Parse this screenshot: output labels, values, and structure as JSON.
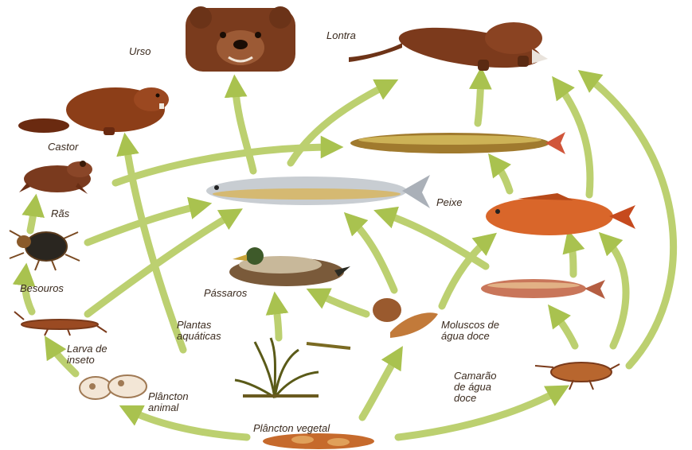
{
  "colors": {
    "arrow": "#b9cc6a",
    "arrow_dark": "#8fae3a",
    "label": "#3a2a1e",
    "background": "#ffffff"
  },
  "labels": {
    "urso": "Urso",
    "lontra": "Lontra",
    "castor": "Castor",
    "ras": "Rãs",
    "besouros": "Besouros",
    "larva": "Larva de\ninseto",
    "plancton_animal": "Plâncton\nanimal",
    "plancton_vegetal": "Plâncton vegetal",
    "plantas": "Plantas\naquáticas",
    "passaros": "Pássaros",
    "peixe": "Peixe",
    "moluscos": "Moluscos de\nágua doce",
    "camarao": "Camarão\nde água\ndoce"
  },
  "icons": {
    "bear": "bear-icon",
    "otter": "otter-icon",
    "beaver": "beaver-icon",
    "frog": "frog-icon",
    "beetle": "beetle-icon",
    "larva": "insect-larva-icon",
    "zooplankton": "zooplankton-icon",
    "phytoplankton": "phytoplankton-icon",
    "plants": "aquatic-plant-icon",
    "duck": "duck-icon",
    "fish": "fish-icon",
    "mollusc": "mollusc-icon",
    "shrimp": "shrimp-icon"
  }
}
